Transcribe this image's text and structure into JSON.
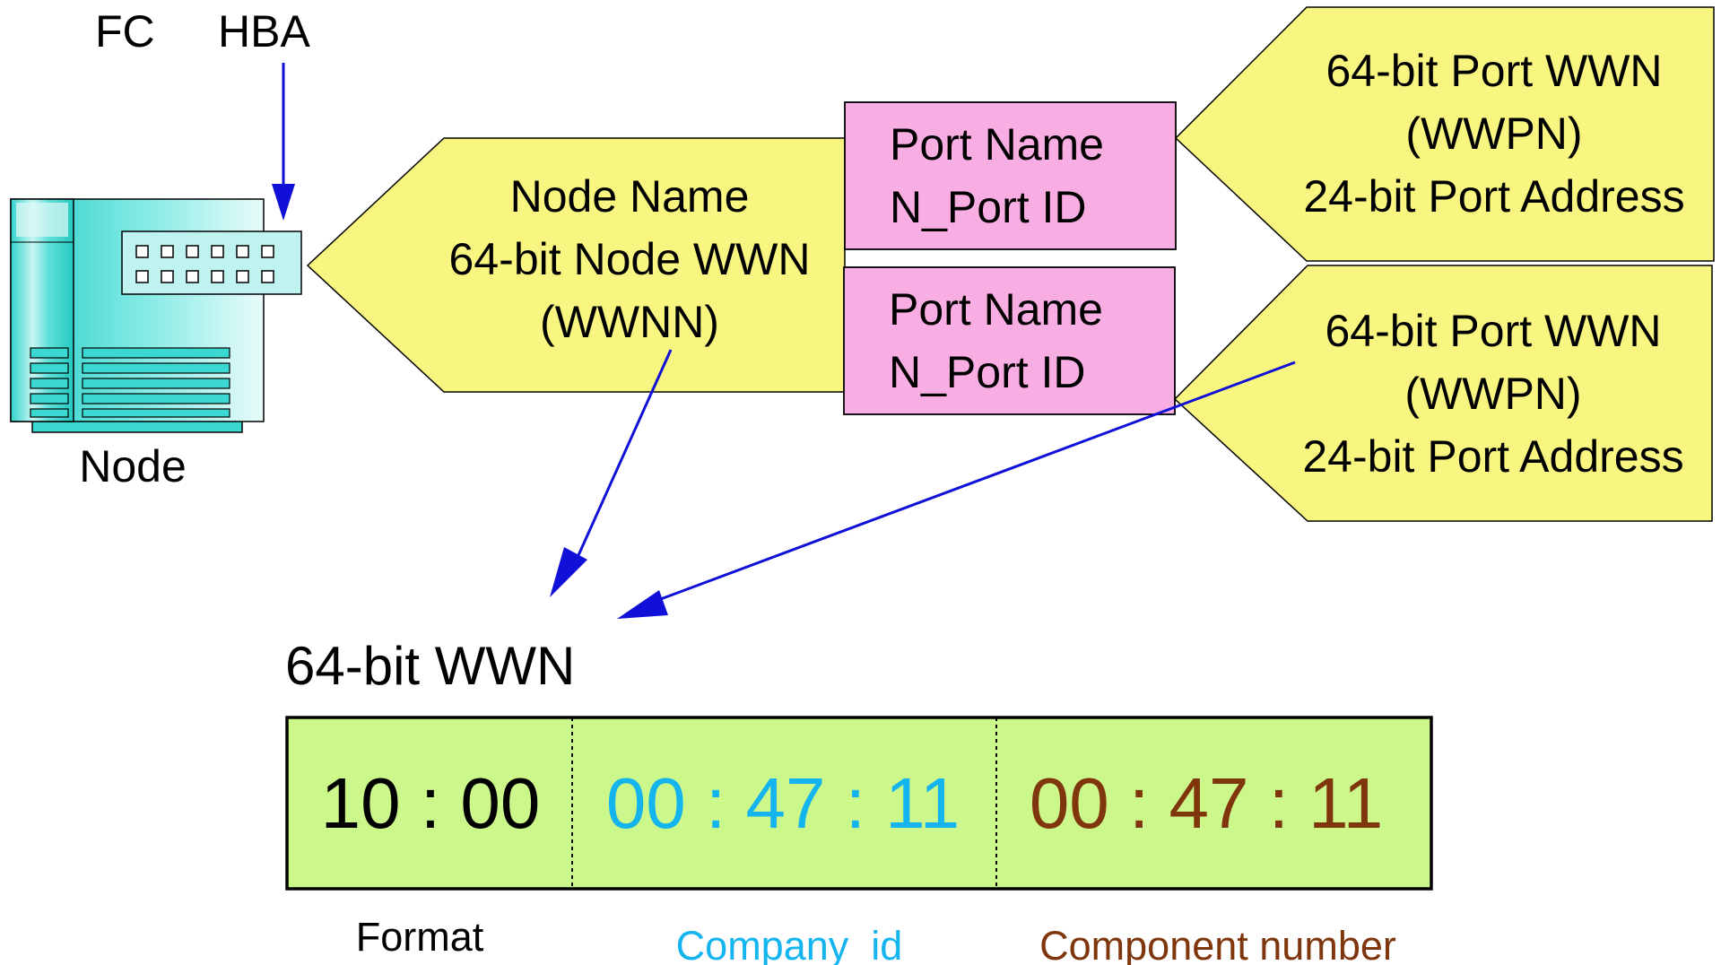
{
  "colors": {
    "callout_fill": "#f8f680",
    "port_box_fill": "#f9aee3",
    "wwn_field_fill": "#ccf78a",
    "arrow": "#1010d8",
    "format_text": "#000000",
    "company_text": "#14b4ee",
    "component_text": "#80360c",
    "server_teal": "#3ad8d0"
  },
  "icons": [
    "server-icon",
    "hba-card-icon"
  ],
  "labels": {
    "fc": "FC",
    "hba": "HBA",
    "node": "Node"
  },
  "node_callout": {
    "line1": "Node Name",
    "line2": "64-bit Node WWN",
    "line3": "(WWNN)"
  },
  "ports": [
    {
      "name": "Port Name",
      "id": "N_Port ID",
      "wwn_line1": "64-bit Port WWN",
      "wwn_line2": "(WWPN)",
      "wwn_line3": "24-bit Port Address"
    },
    {
      "name": "Port Name",
      "id": "N_Port ID",
      "wwn_line1": "64-bit Port WWN",
      "wwn_line2": "(WWPN)",
      "wwn_line3": "24-bit Port Address"
    }
  ],
  "wwn": {
    "title": "64-bit WWN",
    "format_value": "10 : 00",
    "company_value": "00 : 47 : 11",
    "component_value": "00 : 47 : 11",
    "format_label": "Format",
    "company_label": "Company_id",
    "component_label": "Component number"
  }
}
